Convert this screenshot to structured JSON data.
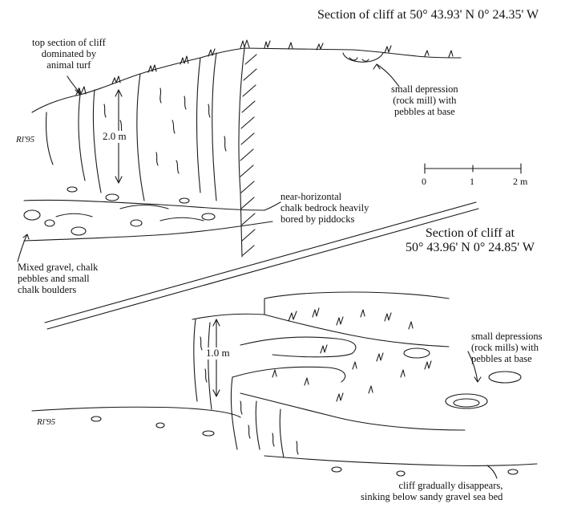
{
  "section_1": {
    "title": "Section of cliff at 50° 43.93' N  0° 24.35' W",
    "top_note": "top section of cliff\ndominated by\nanimal turf",
    "depression_note": "small depression\n(rock mill) with\npebbles at base",
    "height_label": "2.0 m",
    "bedrock_note": "near-horizontal\nchalk bedrock heavily\nbored by piddocks",
    "gravel_note": "Mixed gravel, chalk\npebbles and small\nchalk boulders",
    "signature": "Rl'95"
  },
  "scale_bar": {
    "ticks": [
      "0",
      "1",
      "2 m"
    ]
  },
  "section_2": {
    "title": "Section of cliff at\n50° 43.96' N  0° 24.85' W",
    "height_label": "1.0 m",
    "depressions_note": "small depressions\n(rock mills) with\npebbles at base",
    "bottom_note": "cliff gradually disappears,\nsinking below sandy gravel sea bed",
    "signature": "Rl'95"
  }
}
